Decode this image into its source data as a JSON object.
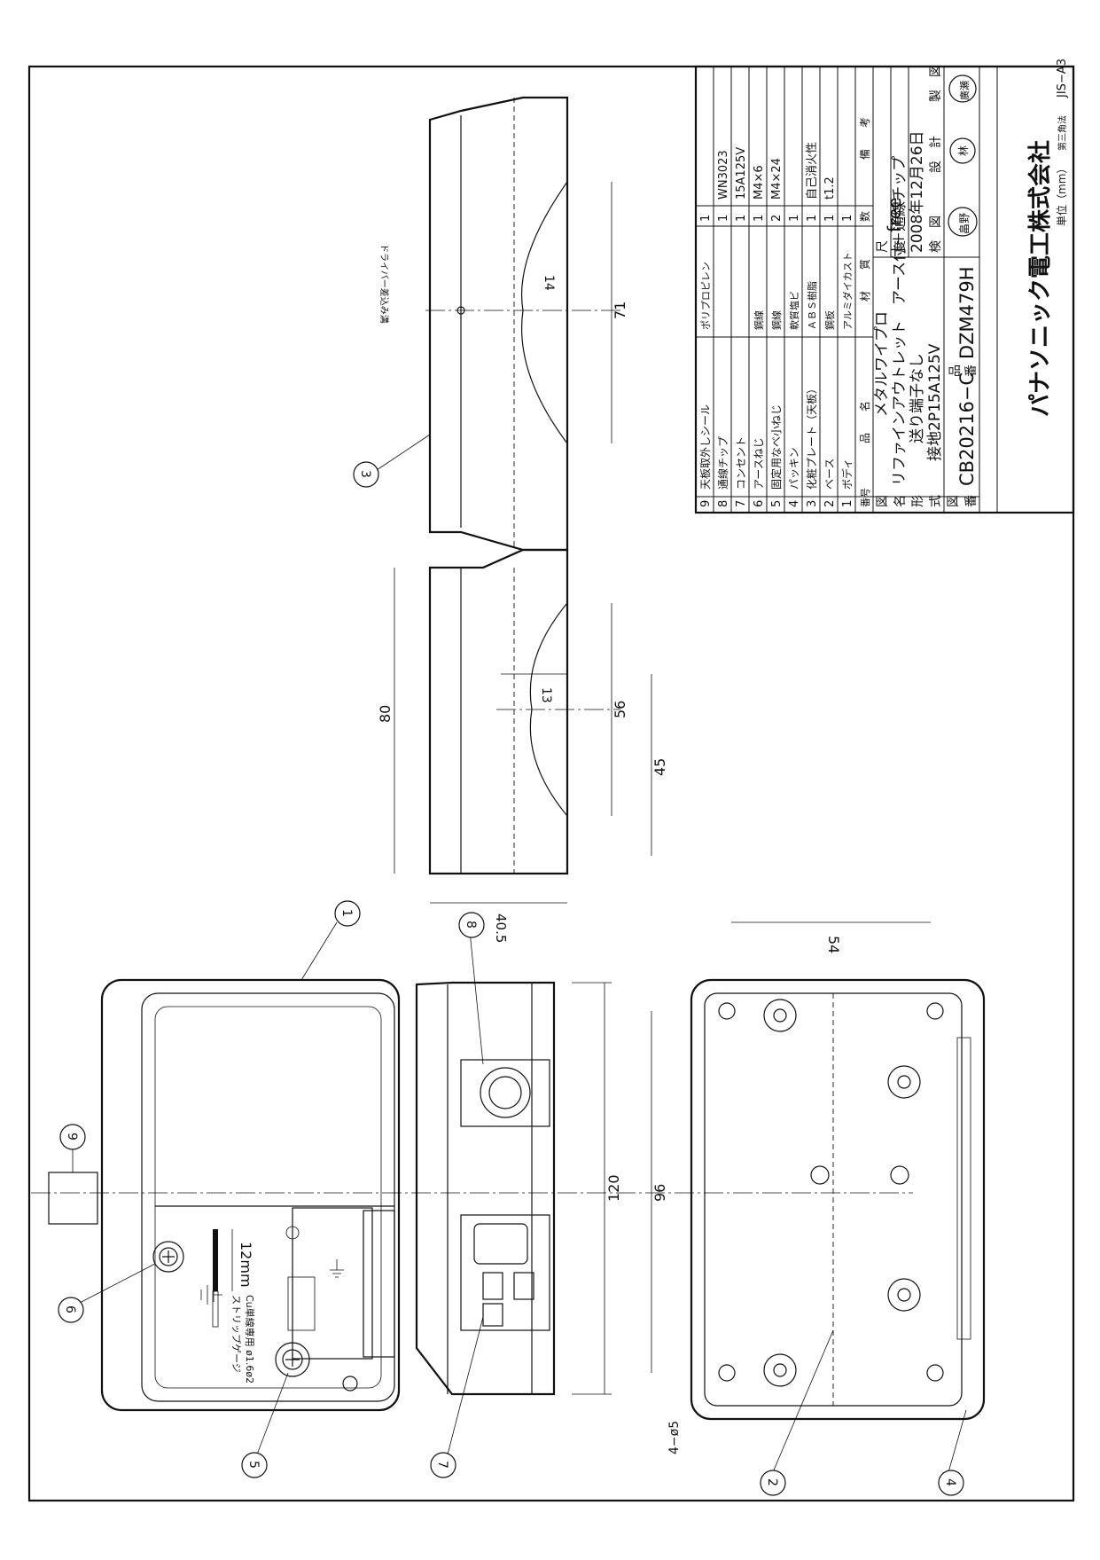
{
  "dimensions": {
    "d120": "120",
    "d96": "96",
    "d54": "54",
    "d40_5": "40.5",
    "d80": "80",
    "d56": "56",
    "d45": "45",
    "d13": "13",
    "d71": "71",
    "d14": "14",
    "holes": "4−ø5",
    "strip_len": "12mm"
  },
  "annotations": {
    "driver_slot": "ドライバー差込み溝",
    "strip_gauge": "ストリップゲージ",
    "wire_spec": "Cu単線専用 ø1.6ø2"
  },
  "balloons": [
    "1",
    "2",
    "3",
    "4",
    "5",
    "6",
    "7",
    "8",
    "9"
  ],
  "parts_table": {
    "header": {
      "no": "番号",
      "name": "品　　名",
      "material": "材　　質",
      "qty": "数",
      "remarks": "備　　考"
    },
    "rows": [
      {
        "no": "9",
        "name": "天板取外しシール",
        "material": "ポリプロピレン",
        "qty": "1",
        "remarks": ""
      },
      {
        "no": "8",
        "name": "通線チップ",
        "material": "",
        "qty": "1",
        "remarks": "WN3023"
      },
      {
        "no": "7",
        "name": "コンセント",
        "material": "",
        "qty": "1",
        "remarks": "15A125V"
      },
      {
        "no": "6",
        "name": "アースねじ",
        "material": "鋼線",
        "qty": "1",
        "remarks": "M4×6"
      },
      {
        "no": "5",
        "name": "固定用なべ小ねじ",
        "material": "鋼線",
        "qty": "2",
        "remarks": "M4×24"
      },
      {
        "no": "4",
        "name": "パッキン",
        "material": "軟質塩ビ",
        "qty": "1",
        "remarks": ""
      },
      {
        "no": "3",
        "name": "化粧プレート（天板）",
        "material": "ＡＢＳ樹脂",
        "qty": "1",
        "remarks": "自己消火性"
      },
      {
        "no": "2",
        "name": "ベース",
        "material": "鋼板",
        "qty": "1",
        "remarks": "t1.2"
      },
      {
        "no": "1",
        "name": "ボディ",
        "material": "アルミダイカスト",
        "qty": "1",
        "remarks": ""
      }
    ]
  },
  "title_block": {
    "zu": "図",
    "mei": "名",
    "kei": "形",
    "shiki": "式",
    "zuban_1": "図",
    "zuban_2": "番",
    "name_line1": "メタルワイプロ",
    "name_line2": "リファインアウトレット　アース付＋通線チップ",
    "model_line1": "送り端子なし",
    "model_line2": "接地2P15A125V",
    "drawing_no": "CB20216−C",
    "hin": "品",
    "ban": "番",
    "product_no": "DZM479H",
    "scale_label_1": "尺",
    "scale_label_2": "度",
    "scale": "free",
    "date": "2008年12月26日",
    "kenzu": "検　図",
    "sekkei": "設　計",
    "seizu": "製　図",
    "stamp_1": "畠野",
    "stamp_2": "林",
    "stamp_3": "廣瀬",
    "company": "パナソニック電工株式会社",
    "unit": "単位（mm）",
    "projection": "第三角法",
    "paper": "JIS−A3"
  }
}
